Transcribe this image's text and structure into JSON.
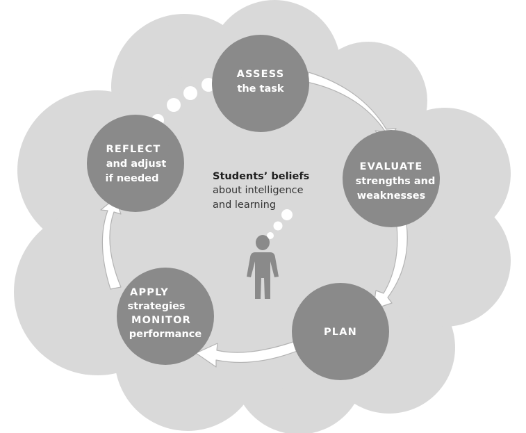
{
  "colors": {
    "cloud": "#d9d9d9",
    "node": "#8a8a8a",
    "arrow_fill": "#ffffff",
    "arrow_stroke": "#b3b3b3",
    "person": "#8a8a8a"
  },
  "center": {
    "title": "Students’ beliefs",
    "line1": "about intelligence",
    "line2": "and learning"
  },
  "nodes": {
    "assess": {
      "line1": "ASSESS",
      "line2": "the task"
    },
    "evaluate": {
      "line1": "EVALUATE",
      "line2": "strengths and",
      "line3": "weaknesses"
    },
    "plan": {
      "line1": "PLAN"
    },
    "apply": {
      "line1": "APPLY",
      "line2": "strategies",
      "line3": "MONITOR",
      "line4": "performance"
    },
    "reflect": {
      "line1": "REFLECT",
      "line2": "and adjust",
      "line3": "if needed"
    }
  }
}
